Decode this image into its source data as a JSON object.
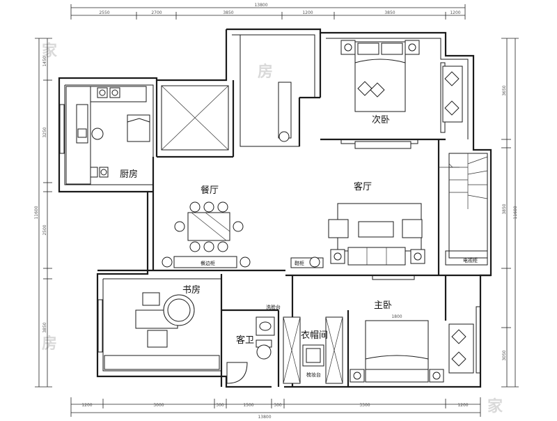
{
  "rooms": {
    "second_bedroom": "次卧",
    "kitchen": "厨房",
    "dining": "餐厅",
    "living": "客厅",
    "study": "书房",
    "master_bedroom": "主卧",
    "guest_bath": "客卫",
    "closet": "衣帽间"
  },
  "small_labels": {
    "sideboard": "餐边柜",
    "shoe_cabinet": "鞋柜",
    "washbasin": "洗脸台",
    "dressing_stool": "梳妆台",
    "tv_cabinet": "电视柜"
  },
  "dimensions": {
    "top_total": "13800",
    "top_1": "2550",
    "top_2": "2700",
    "top_3": "3850",
    "top_4": "1200",
    "top_5": "3850",
    "top_6": "1200",
    "bottom_total": "13800",
    "bottom_1": "1200",
    "bottom_2": "3000",
    "bottom_3": "300",
    "bottom_4": "1500",
    "bottom_5": "300",
    "bottom_6": "3300",
    "bottom_7": "1200",
    "left_total": "11600",
    "left_1": "1450",
    "left_2": "3250",
    "left_3": "2500",
    "left_4": "3850",
    "right_total": "11600",
    "right_1": "3650",
    "right_2": "3850",
    "right_3": "3050"
  },
  "bed_dim": "1800"
}
